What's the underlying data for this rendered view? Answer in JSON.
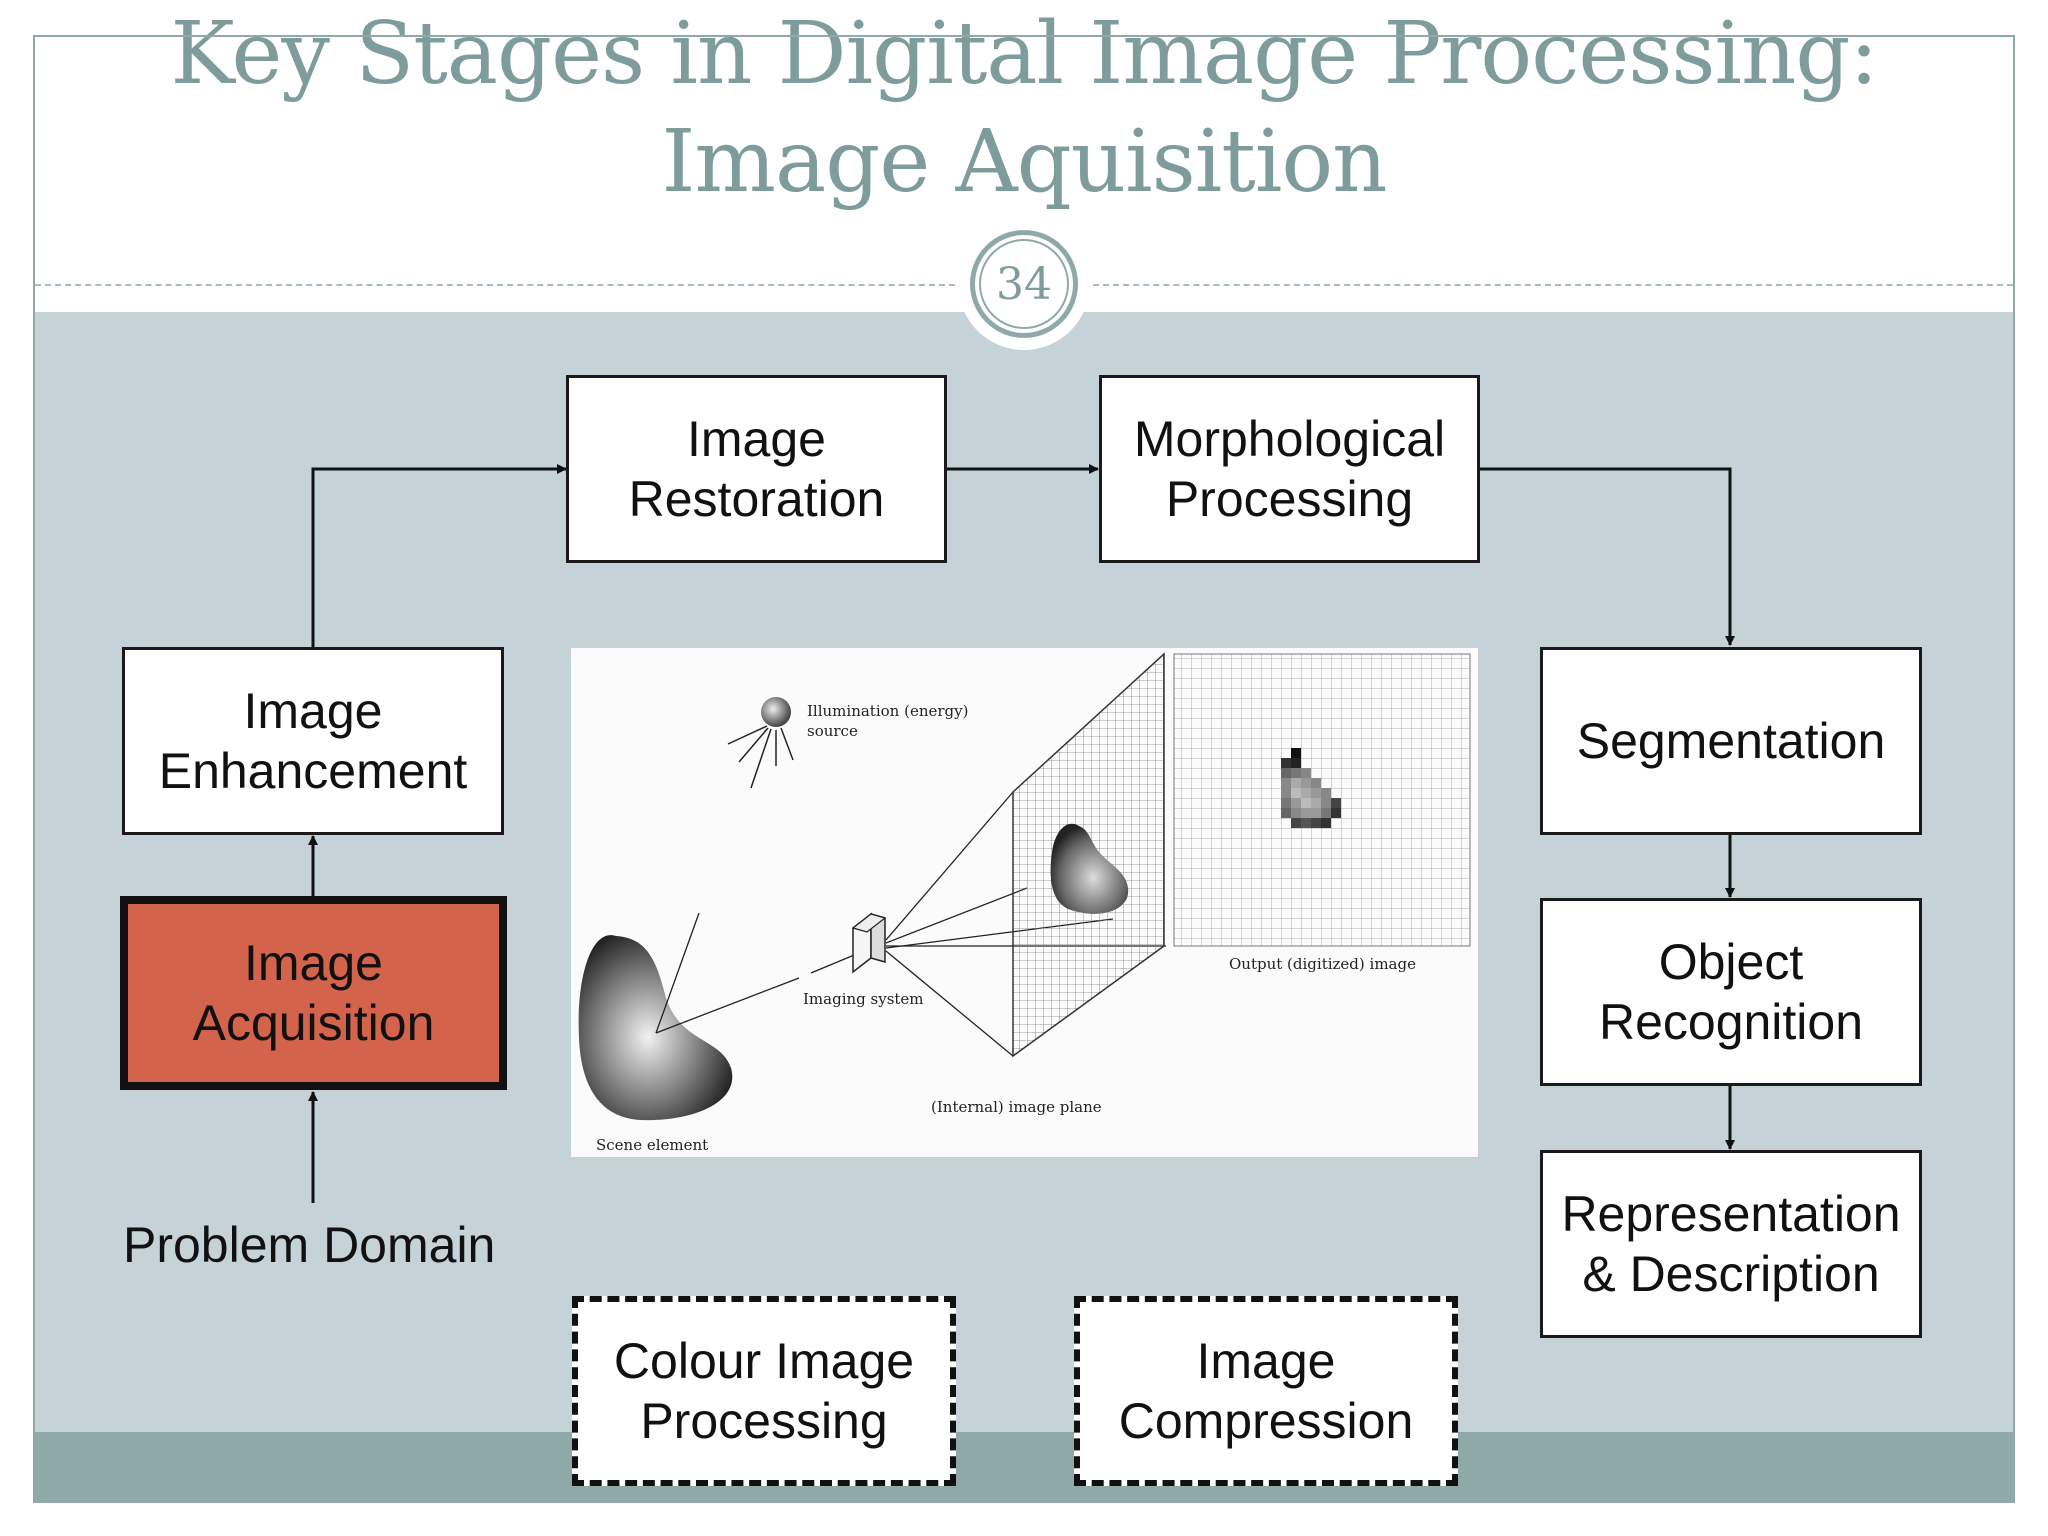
{
  "slide": {
    "title_line1": "Key Stages in Digital Image Processing:",
    "title_line2": "Image Aquisition",
    "slide_number": "34"
  },
  "stages": {
    "image_restoration": "Image\nRestoration",
    "morphological_processing": "Morphological\nProcessing",
    "image_enhancement": "Image\nEnhancement",
    "image_acquisition": "Image\nAcquisition",
    "segmentation": "Segmentation",
    "object_recognition": "Object\nRecognition",
    "representation_description": "Representation\n& Description",
    "colour_image_processing": "Colour Image\nProcessing",
    "image_compression": "Image\nCompression",
    "problem_domain": "Problem Domain"
  },
  "figure": {
    "illumination_label_1": "Illumination (energy)",
    "illumination_label_2": "source",
    "output_label": "Output (digitized) image",
    "imaging_system_label": "Imaging system",
    "image_plane_label": "(Internal) image plane",
    "scene_element_label": "Scene element"
  },
  "colors": {
    "accent": "#8fa9a9",
    "content_background": "#c5d2d7",
    "highlight_box": "#d3644b"
  }
}
